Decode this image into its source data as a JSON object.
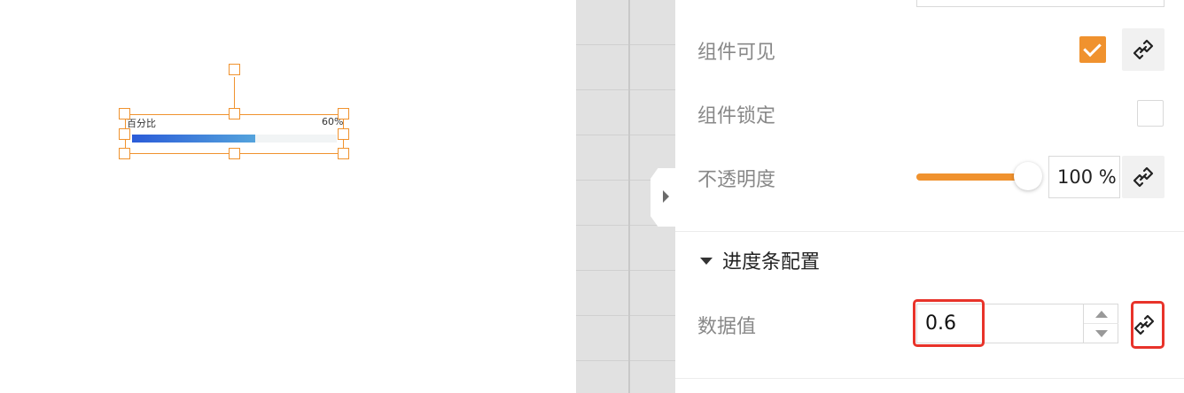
{
  "canvas": {
    "progress_widget": {
      "label": "百分比",
      "percent_text": "60%",
      "value": 0.6,
      "fill_gradient": [
        "#2b5cd8",
        "#54a3dc"
      ],
      "track_color": "#f1f4f5"
    },
    "selection_color": "#f0922e"
  },
  "panel": {
    "accent_color": "#f0922e",
    "rows": {
      "visible": {
        "label": "组件可见",
        "checked": true
      },
      "locked": {
        "label": "组件锁定",
        "checked": false
      },
      "opacity": {
        "label": "不透明度",
        "value": 100,
        "value_text": "100 %"
      }
    },
    "section": {
      "title": "进度条配置",
      "expanded": true,
      "data_value": {
        "label": "数据值",
        "value": "0.6"
      }
    },
    "icons": {
      "bind": "link-binding-icon",
      "collapse": "caret-right-icon",
      "section_caret": "caret-down-icon",
      "stepper_up": "triangle-up-icon",
      "stepper_down": "triangle-down-icon"
    },
    "highlight_color": "#e8332a"
  }
}
